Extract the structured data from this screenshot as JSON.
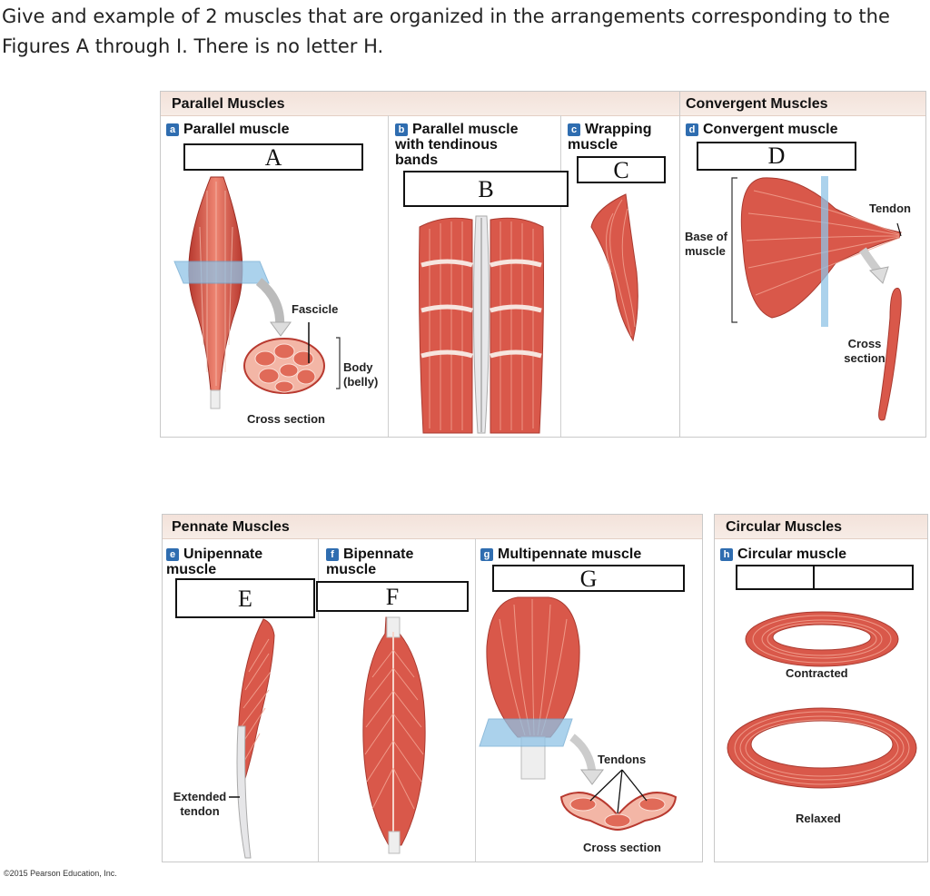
{
  "question": "Give and example of 2 muscles that are organized in the arrangements corresponding to the Figures A through I. There is no letter H.",
  "sections": {
    "parallel": "Parallel Muscles",
    "convergent": "Convergent Muscles",
    "pennate": "Pennate Muscles",
    "circular": "Circular Muscles"
  },
  "figures": {
    "a": {
      "badge": "a",
      "title": "Parallel muscle",
      "answer": "A"
    },
    "b": {
      "badge": "b",
      "title": "Parallel muscle with tendinous bands",
      "answer": "B"
    },
    "c": {
      "badge": "c",
      "title": "Wrapping muscle",
      "answer": "C"
    },
    "d": {
      "badge": "d",
      "title": "Convergent muscle",
      "answer": "D"
    },
    "e": {
      "badge": "e",
      "title": "Unipennate muscle",
      "answer": "E"
    },
    "f": {
      "badge": "f",
      "title": "Bipennate muscle",
      "answer": "F"
    },
    "g": {
      "badge": "g",
      "title": "Multipennate muscle",
      "answer": "G"
    },
    "h": {
      "badge": "h",
      "title": "Circular muscle",
      "answer": ""
    }
  },
  "labels": {
    "fascicle": "Fascicle",
    "body_belly": "Body (belly)",
    "cross_section": "Cross section",
    "tendon": "Tendon",
    "base_of_muscle": "Base of muscle",
    "cross_section_d": "Cross section",
    "extended_tendon": "Extended tendon",
    "tendons": "Tendons",
    "cross_section_g": "Cross section",
    "contracted": "Contracted",
    "relaxed": "Relaxed"
  },
  "copyright": "©2015 Pearson Education, Inc.",
  "colors": {
    "muscle": "#d9584a",
    "muscle_light": "#ef9a86",
    "band": "#f3e2da",
    "badge": "#2f6db0",
    "plane": "#8fc3e6"
  }
}
